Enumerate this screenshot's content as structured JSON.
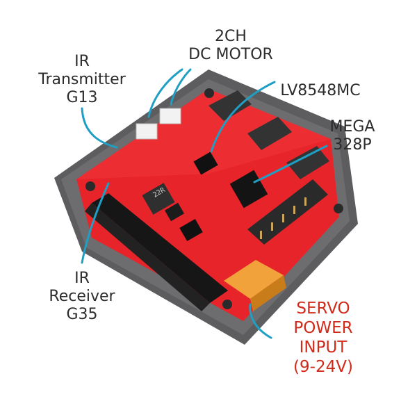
{
  "labels": {
    "ir_transmitter": [
      "IR",
      "Transmitter",
      "G13"
    ],
    "dc_motor": [
      "2CH",
      "DC MOTOR"
    ],
    "driver_chip": [
      "LV8548MC"
    ],
    "mcu": [
      "MEGA",
      "328P"
    ],
    "ir_receiver": [
      "IR",
      "Receiver",
      "G35"
    ],
    "servo_power": [
      "SERVO",
      "POWER",
      "INPUT",
      "(9-24V)"
    ]
  },
  "chip_markings": {
    "inductor": "22R"
  },
  "colors": {
    "pcb": "#e8242b",
    "frame": "#5d5d60",
    "leader_line": "#1f9fc3",
    "label_text": "#2b2b2b",
    "servo_label_text": "#d02a1a",
    "connector_yellow": "#f2a23a"
  }
}
